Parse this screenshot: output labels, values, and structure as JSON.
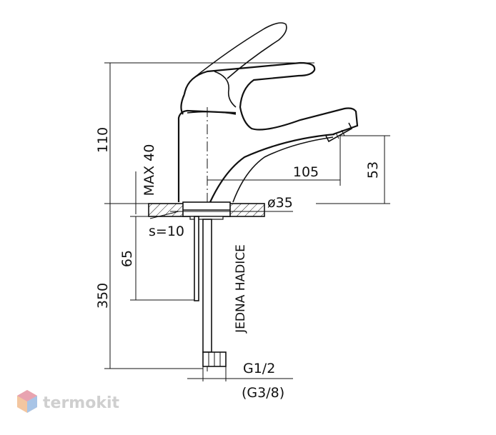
{
  "dimensions": {
    "total_height": "110",
    "max_thickness": "MAX 40",
    "spout_reach": "105",
    "spout_height": "53",
    "diameter": "ø35",
    "washer": "s=10",
    "shank": "65",
    "hose_length": "350",
    "hose_note": "JEDNA HADICE",
    "thread": "G1/2",
    "thread_alt": "(G3/8)"
  },
  "watermark": {
    "text": "termokit",
    "colors": [
      "#e8a3b0",
      "#a8c4e6",
      "#f3c6a0"
    ]
  }
}
